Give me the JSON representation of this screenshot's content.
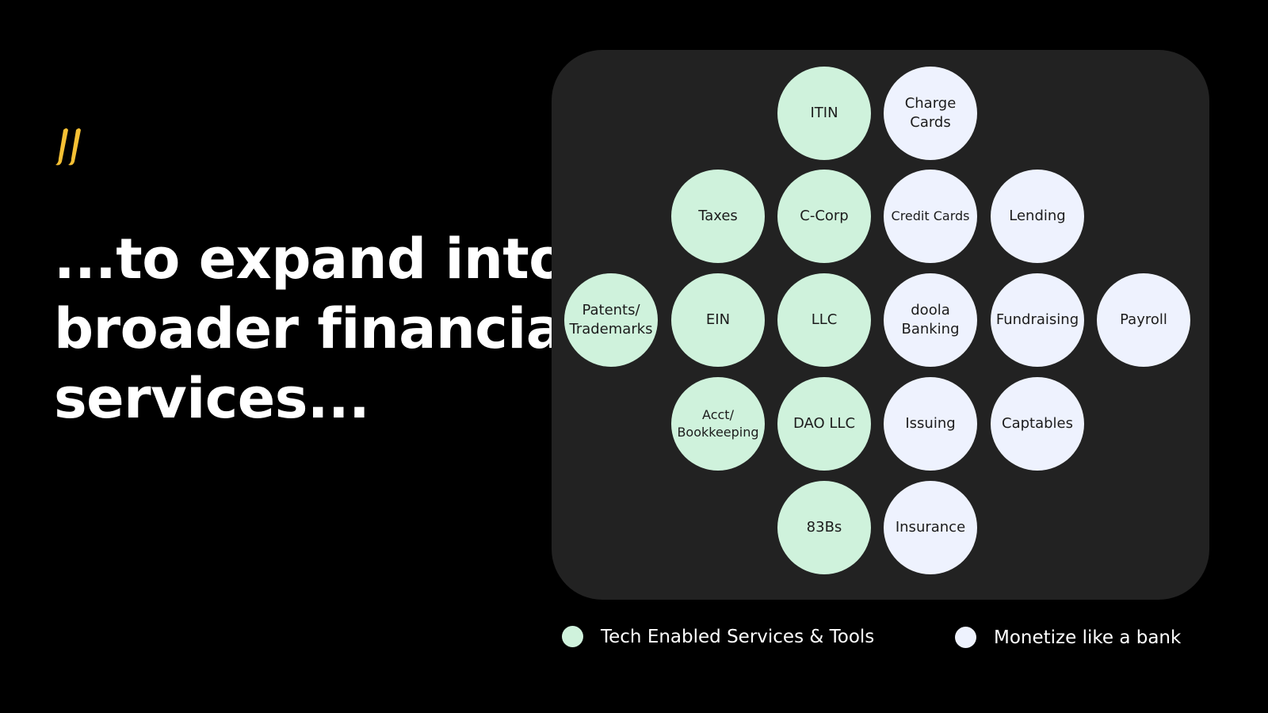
{
  "logo": {
    "icon": "double-slash-logo",
    "color": "#f5c034"
  },
  "headline": [
    "...to expand into",
    "broader financial",
    "services..."
  ],
  "colors": {
    "tech": "#cff2dc",
    "bank": "#eef2fe",
    "panel": "#222222"
  },
  "circles": [
    {
      "label": "ITIN",
      "category": "tech",
      "col": 2,
      "row": 0
    },
    {
      "label": "Charge Cards",
      "category": "bank",
      "col": 3,
      "row": 0
    },
    {
      "label": "Taxes",
      "category": "tech",
      "col": 1,
      "row": 1
    },
    {
      "label": "C-Corp",
      "category": "tech",
      "col": 2,
      "row": 1
    },
    {
      "label": "Credit Cards",
      "category": "bank",
      "col": 3,
      "row": 1,
      "small": true
    },
    {
      "label": "Lending",
      "category": "bank",
      "col": 4,
      "row": 1
    },
    {
      "label": "Patents/ Trademarks",
      "category": "tech",
      "col": 0,
      "row": 2
    },
    {
      "label": "EIN",
      "category": "tech",
      "col": 1,
      "row": 2
    },
    {
      "label": "LLC",
      "category": "tech",
      "col": 2,
      "row": 2
    },
    {
      "label": "doola Banking",
      "category": "bank",
      "col": 3,
      "row": 2
    },
    {
      "label": "Fundraising",
      "category": "bank",
      "col": 4,
      "row": 2
    },
    {
      "label": "Payroll",
      "category": "bank",
      "col": 5,
      "row": 2
    },
    {
      "label": "Acct/ Bookkeeping",
      "category": "tech",
      "col": 1,
      "row": 3,
      "small": true
    },
    {
      "label": "DAO LLC",
      "category": "tech",
      "col": 2,
      "row": 3
    },
    {
      "label": "Issuing",
      "category": "bank",
      "col": 3,
      "row": 3
    },
    {
      "label": "Captables",
      "category": "bank",
      "col": 4,
      "row": 3
    },
    {
      "label": "83Bs",
      "category": "tech",
      "col": 2,
      "row": 4
    },
    {
      "label": "Insurance",
      "category": "bank",
      "col": 3,
      "row": 4
    }
  ],
  "legend": [
    {
      "label": "Tech Enabled Services & Tools",
      "category": "tech"
    },
    {
      "label": "Monetize like a bank",
      "category": "bank"
    }
  ]
}
